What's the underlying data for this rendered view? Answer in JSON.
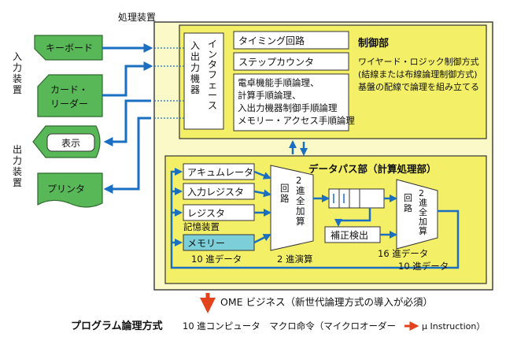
{
  "labels": {
    "processor": "処理装置",
    "input_device": [
      "入",
      "力",
      "装",
      "置"
    ],
    "output_device": [
      "出",
      "力",
      "装",
      "置"
    ],
    "keyboard": "キーボード",
    "card_reader": [
      "カード・",
      "リーダー"
    ],
    "display": "表示",
    "printer": "プリンタ",
    "interface": [
      "イ",
      "ン",
      "タ",
      "フ",
      "ェ",
      "ー",
      "ス"
    ],
    "io_device": [
      "入",
      "出",
      "力",
      "機",
      "器"
    ],
    "timing": "タイミング回路",
    "step_counter": "ステップカウンタ",
    "procedures": [
      "電卓機能手順論理、",
      "計算手順論理、",
      "入出力機器制御手順論理",
      "メモリー・アクセス手順論理"
    ],
    "control_title": "制御部",
    "control_desc": [
      "ワイヤード・ロジック制御方式",
      "(結線または布線論理制御方式)",
      "基盤の配線で論理を組み立てる"
    ],
    "datapath_title": "データパス部（計算処理部）",
    "accumulator": "アキュムレータ",
    "input_register": "入力レジスタ",
    "register": "レジスタ",
    "storage": "記憶装置",
    "memory": "メモリー",
    "circuit": [
      "回",
      "路"
    ],
    "binary_adder": [
      "2",
      "進",
      "全",
      "加",
      "算"
    ],
    "correction": "補正検出",
    "decimal_data": "10 進データ",
    "binary_op": "2 進演算",
    "hex_data": "16 進データ",
    "decimal_data2": "10 進データ",
    "ome": "OME ビジネス（新世代論理方式の導入が必須）",
    "program_title": "プログラム論理方式",
    "program_desc": "10 進コンピュータ　マクロ命令（マイクロオーダー",
    "program_tail": "μ Instruction）"
  },
  "colors": {
    "outer_bg": "#fbf9c8",
    "inner_bg": "#f3ef66",
    "green": "#58b857",
    "blue": "#1a6fc0",
    "memory": "#7ccfd8",
    "red": "#e2431d"
  }
}
